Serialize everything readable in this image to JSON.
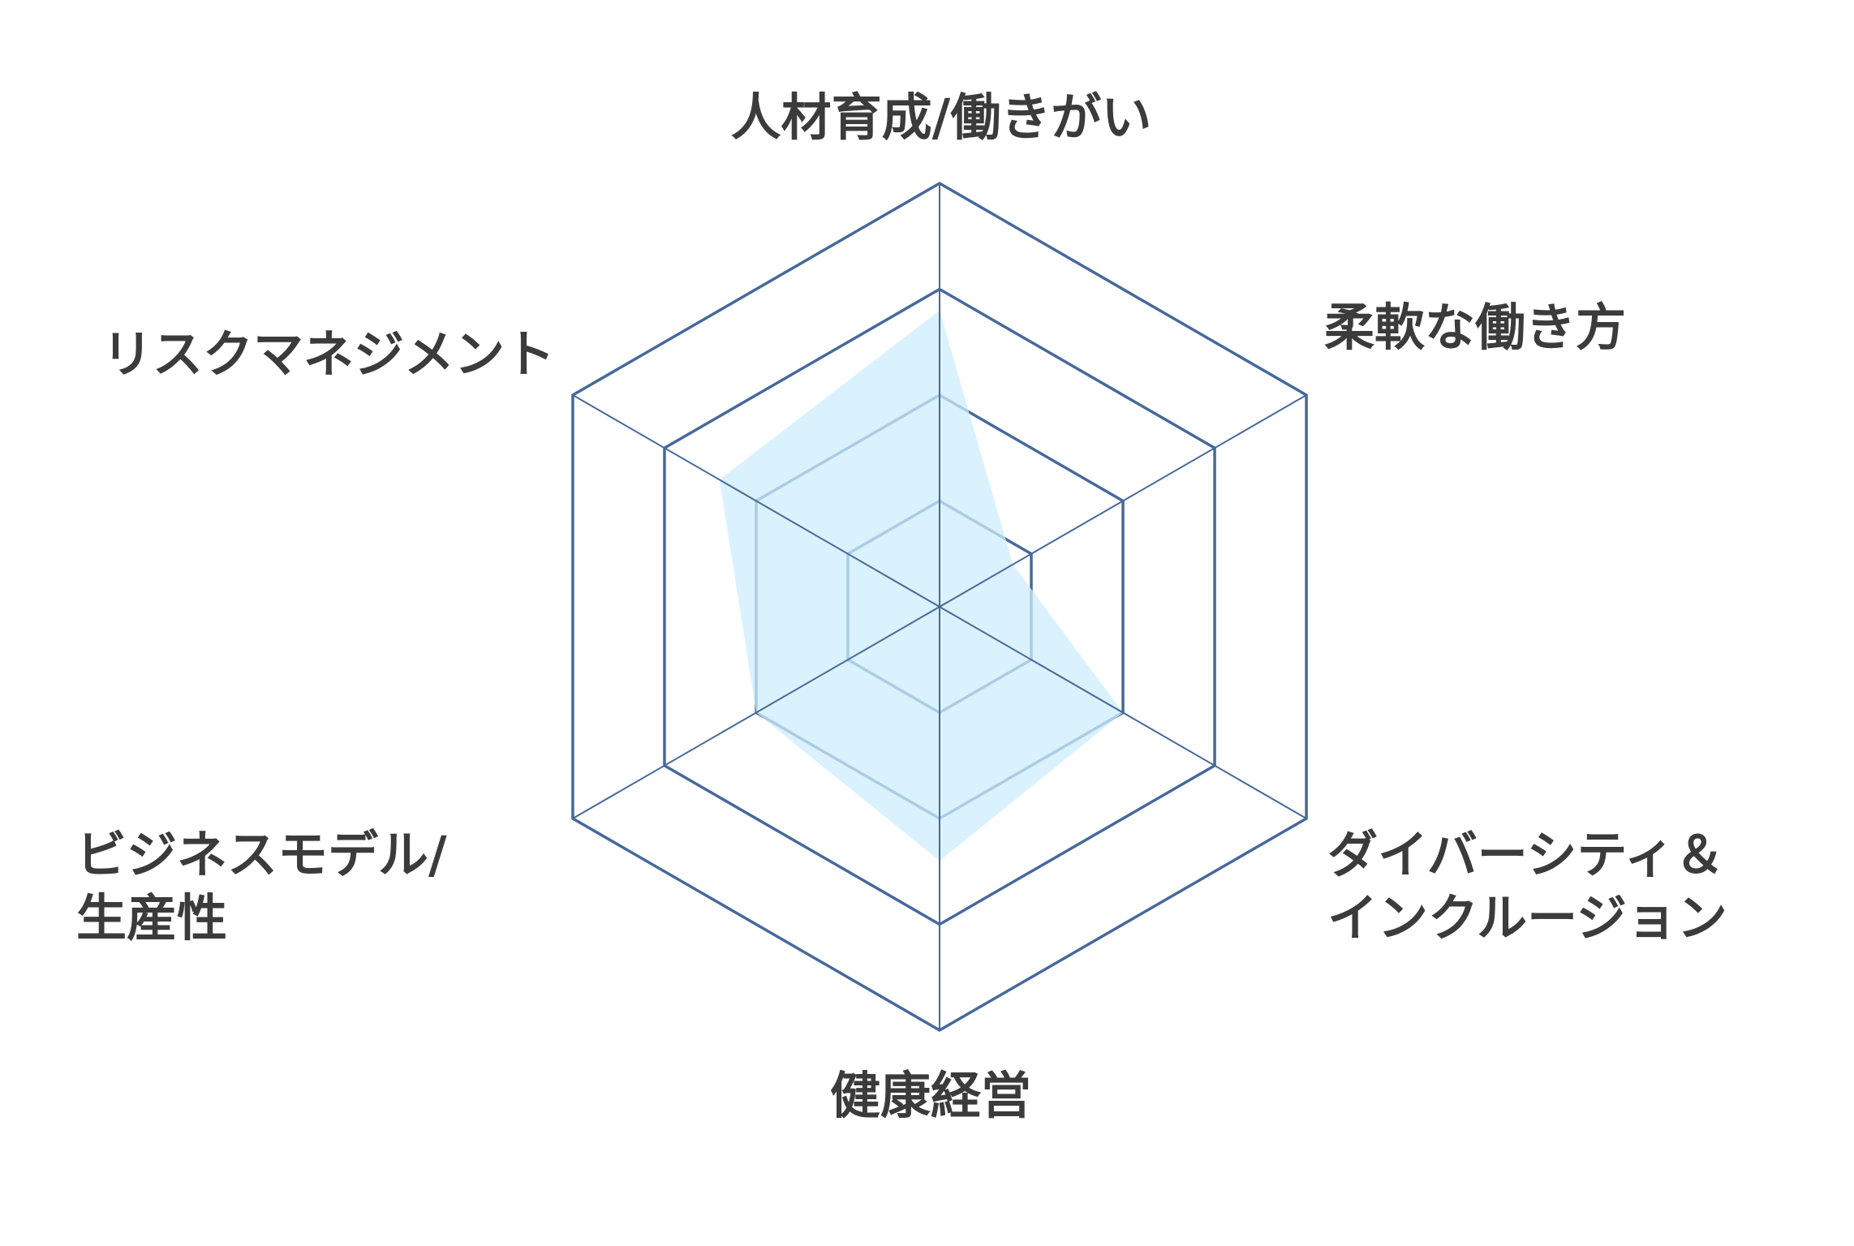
{
  "chart_data": {
    "type": "radar",
    "title": "",
    "axes": [
      "人材育成/働きがい",
      "柔軟な働き方",
      "ダイバーシティ＆インクルージョン",
      "健康経営",
      "ビジネスモデル/生産性",
      "リスクマネジメント"
    ],
    "axis_label_lines": [
      [
        "人材育成/働きがい"
      ],
      [
        "柔軟な働き方"
      ],
      [
        "ダイバーシティ＆",
        "インクルージョン"
      ],
      [
        "健康経営"
      ],
      [
        "ビジネスモデル/",
        "生産性"
      ],
      [
        "リスクマネジメント"
      ]
    ],
    "rmax": 4,
    "levels": 4,
    "series": [
      {
        "name": "",
        "values": [
          2.8,
          0.8,
          2.0,
          2.4,
          2.0,
          2.4
        ],
        "color": "#cdeefc"
      }
    ],
    "grid_color": "#46699a",
    "text_color": "#3b3b3b"
  }
}
